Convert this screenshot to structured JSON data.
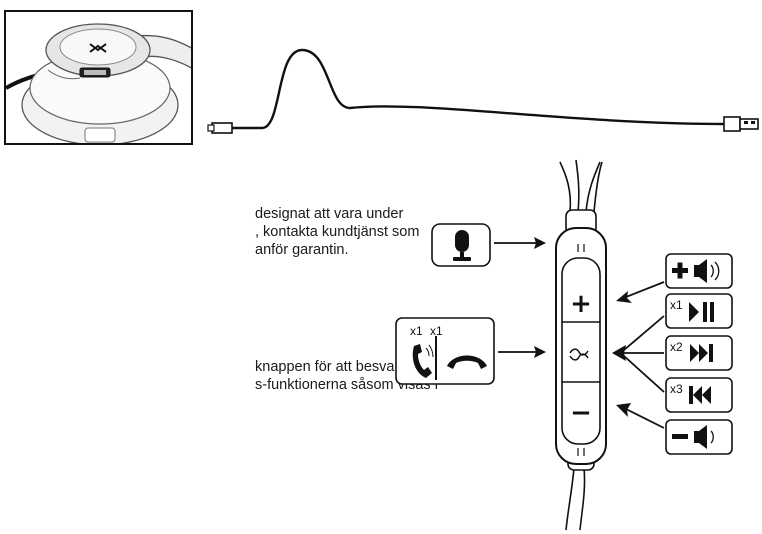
{
  "text_block_1": {
    "lines": [
      "designat att vara under",
      ", kontakta kundtjänst som",
      "anför garantin."
    ]
  },
  "text_block_2": {
    "lines": [
      "knappen för att besvara ett",
      "s-funktionerna såsom visas i"
    ]
  },
  "call_panel": {
    "label_answer": "x1",
    "label_end": "x1"
  },
  "controls": {
    "plus_symbol": "+",
    "minus_symbol": "−",
    "play_pause_count": "x1",
    "next_count": "x2",
    "prev_count": "x3"
  },
  "icons": {
    "microphone": "microphone-icon",
    "volume_up": "volume-up-icon",
    "volume_down": "volume-down-icon",
    "play_pause": "play-pause-icon",
    "next": "next-track-icon",
    "previous": "previous-track-icon",
    "answer_call": "phone-answer-icon",
    "end_call": "phone-end-icon"
  },
  "colors": {
    "ink": "#111111",
    "paper": "#ffffff",
    "shade": "#d8d8d8"
  }
}
